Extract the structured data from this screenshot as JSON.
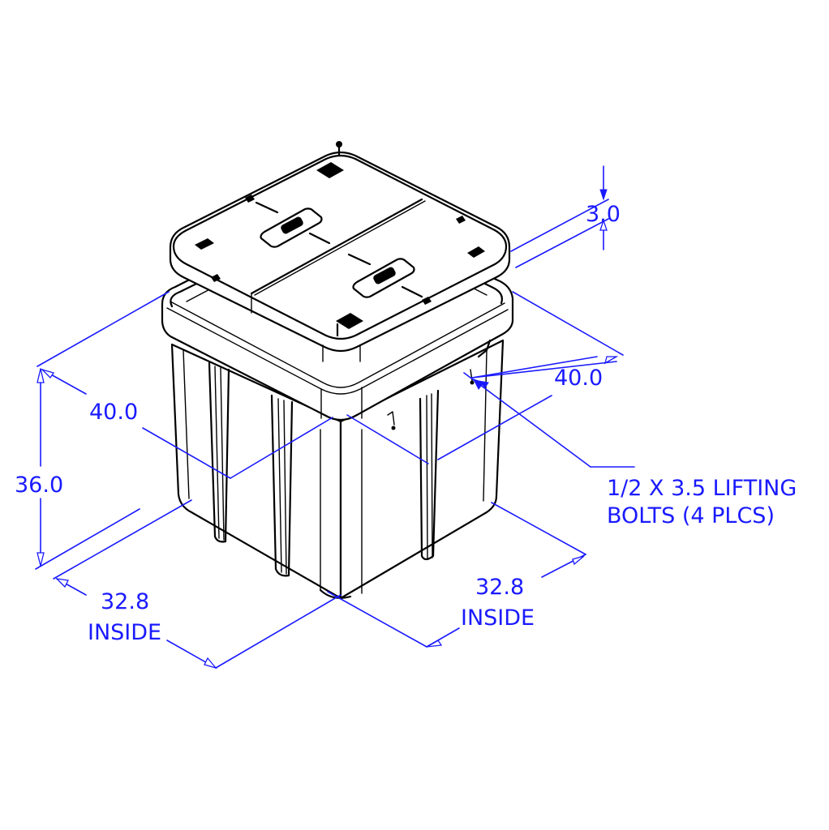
{
  "drawing": {
    "type": "isometric-technical-drawing",
    "subject": "box-with-two-piece-cover",
    "line_color": "#000000",
    "dimension_color": "#1a1aff",
    "background": "#ffffff"
  },
  "dimensions": {
    "cover_thickness": {
      "value": "3.0"
    },
    "width_right": {
      "value": "40.0"
    },
    "width_left": {
      "value": "40.0"
    },
    "height": {
      "value": "36.0"
    },
    "inside_left": {
      "value": "32.8",
      "note": "INSIDE"
    },
    "inside_right": {
      "value": "32.8",
      "note": "INSIDE"
    }
  },
  "callouts": {
    "lifting_bolts": {
      "line1": "1/2 X 3.5 LIFTING",
      "line2": "BOLTS (4 PLCS)"
    }
  }
}
